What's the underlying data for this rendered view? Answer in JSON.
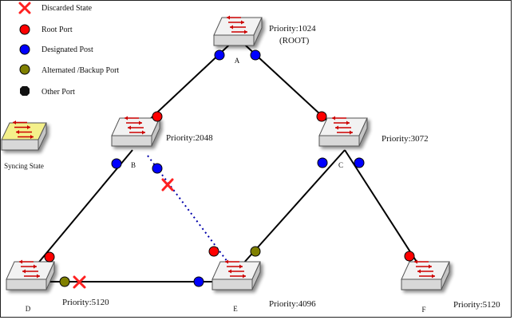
{
  "legend": [
    {
      "label": "Discarded State",
      "icon": "cross-icon",
      "color": "#ff2020"
    },
    {
      "label": "Root Port",
      "icon": "dot-icon",
      "color": "#ff0000"
    },
    {
      "label": "Designated Post",
      "icon": "dot-icon",
      "color": "#0000ff"
    },
    {
      "label": "Alternated /Backup  Port",
      "icon": "dot-icon",
      "color": "#808000"
    },
    {
      "label": "Other Port",
      "icon": "octagon-dot-icon",
      "color": "#000000"
    }
  ],
  "syncing": {
    "label": "Syncing State",
    "icon": "switch-icon-yellow",
    "color": "#f4f08a"
  },
  "switches": [
    {
      "id": "A",
      "label": "A",
      "priority": "Priority:1024",
      "note": "(ROOT)"
    },
    {
      "id": "B",
      "label": "B",
      "priority": "Priority:2048"
    },
    {
      "id": "C",
      "label": "C",
      "priority": "Priority:3072"
    },
    {
      "id": "D",
      "label": "D",
      "priority": "Priority:5120"
    },
    {
      "id": "E",
      "label": "E",
      "priority": "Priority:4096"
    },
    {
      "id": "F",
      "label": "F",
      "priority": "Priority:5120"
    }
  ],
  "colors": {
    "root": "#ff0000",
    "designated": "#0000ff",
    "alternate": "#808000",
    "discard": "#ff2020",
    "switch_top": "#f2f2f2",
    "arrow": "#cc0000"
  }
}
